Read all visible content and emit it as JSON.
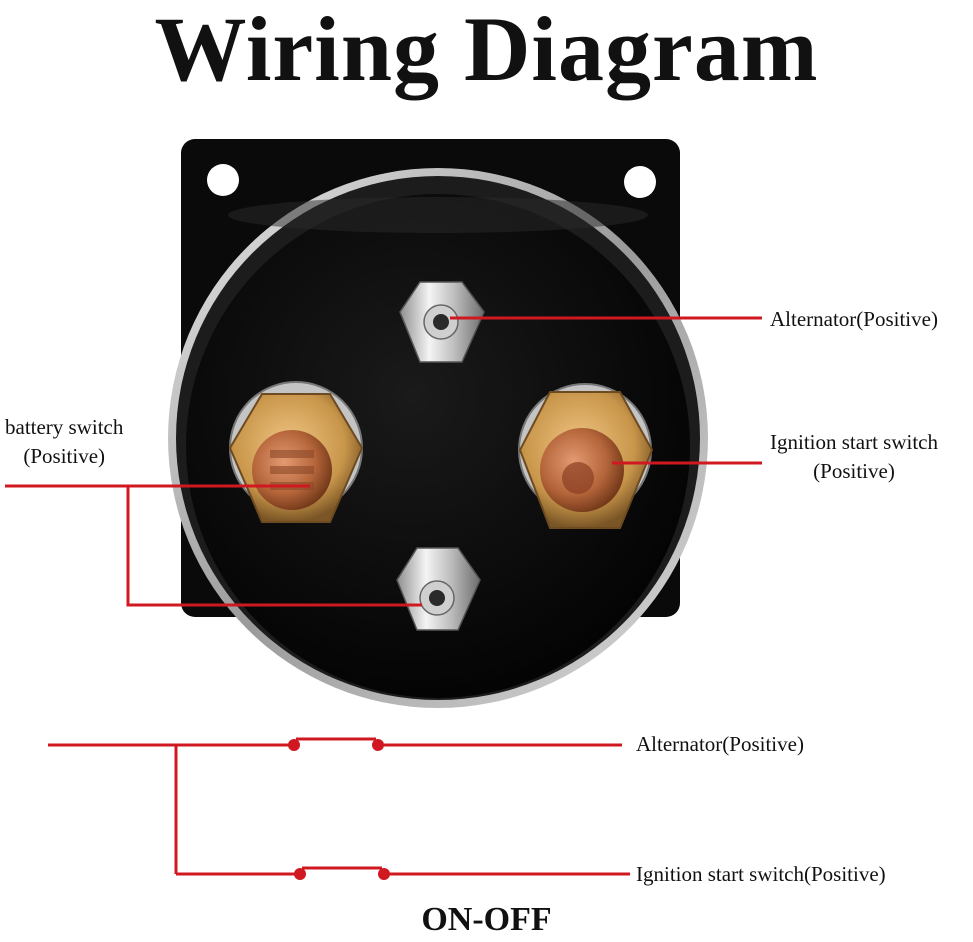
{
  "title": "Wiring Diagram",
  "labels": {
    "alternator_top": "Alternator(Positive)",
    "ignition_line1": "Ignition start switch",
    "ignition_line2": "(Positive)",
    "battery_line1": "battery switch",
    "battery_line2": "(Positive)",
    "switch_alternator": "Alternator(Positive)",
    "switch_ignition": "Ignition start switch(Positive)"
  },
  "footer": "ON-OFF",
  "colors": {
    "wire": "#d01820",
    "housing": "#0b0b0b",
    "rim": "#c9c9c9",
    "brass": "#c8964a",
    "copper": "#b5653a"
  }
}
